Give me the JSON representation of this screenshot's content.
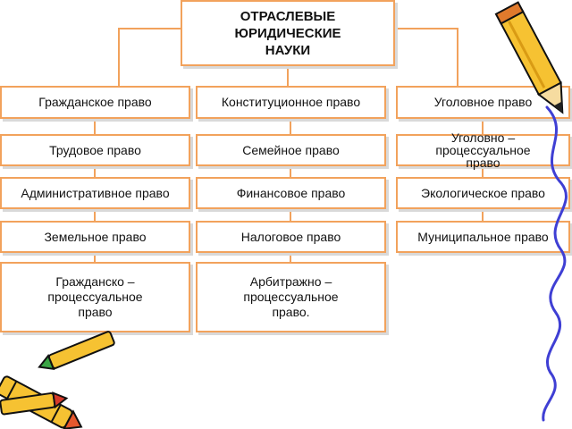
{
  "diagram": {
    "title": "ОТРАСЛЕВЫЕ\nЮРИДИЧЕСКИЕ\nНАУКИ",
    "columns": [
      {
        "boxes": [
          "Гражданское право",
          "Трудовое право",
          "Административное право",
          "Земельное право",
          "Гражданско –\nпроцессуальное\nправо"
        ]
      },
      {
        "boxes": [
          "Конституционное право",
          "Семейное право",
          "Финансовое право",
          "Налоговое право",
          "Арбитражно –\nпроцессуальное\nправо."
        ]
      },
      {
        "boxes": [
          "Уголовное право",
          "Уголовно –\nпроцессуальное\nправо",
          "Экологическое право",
          "Муниципальное право"
        ]
      }
    ]
  },
  "colors": {
    "box_border": "#f2a25c",
    "connector": "#f2a25c",
    "pencil_body": "#f6c232",
    "squiggle": "#3f3fd4"
  },
  "decorations": [
    "pencil-icon",
    "crayons-icon",
    "squiggle-line"
  ]
}
